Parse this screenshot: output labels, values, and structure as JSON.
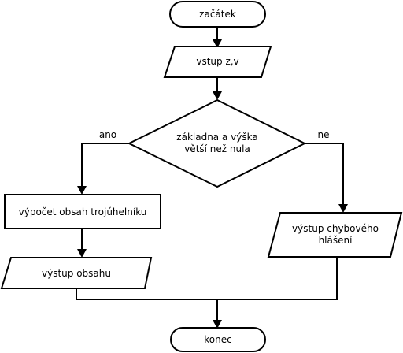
{
  "flowchart": {
    "start": "začátek",
    "input": "vstup z,v",
    "decision": {
      "line1": "základna a výška",
      "line2": "větší než nula"
    },
    "branch_yes": "ano",
    "branch_no": "ne",
    "compute": "výpočet obsah trojúhelníku",
    "output_area": "výstup obsahu",
    "output_error": {
      "line1": "výstup chybového",
      "line2": "hlášení"
    },
    "end": "konec"
  }
}
